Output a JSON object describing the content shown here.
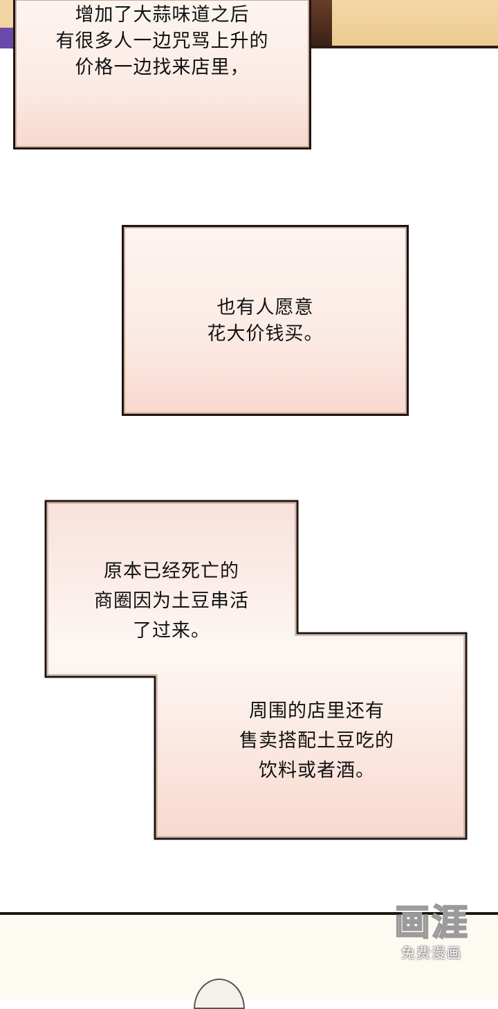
{
  "captions": {
    "top": {
      "lines": [
        "增加了大蒜味道之后",
        "有很多人一边咒骂上升的",
        "价格一边找来店里，"
      ]
    },
    "middle": {
      "lines": [
        "也有人愿意",
        "花大价钱买。"
      ]
    },
    "stepped_upper": {
      "lines": [
        "原本已经死亡的",
        "商圈因为土豆串活",
        "了过来。"
      ]
    },
    "stepped_lower": {
      "lines": [
        "周围的店里还有",
        "售卖搭配土豆吃的",
        "饮料或者酒。"
      ]
    }
  },
  "watermark": {
    "logo": "画涯",
    "subtitle": "免费漫画"
  },
  "colors": {
    "caption_border": "#1d1411",
    "caption_fill_top": "#fdf5f1",
    "caption_fill_bottom": "#f8d8cd"
  }
}
